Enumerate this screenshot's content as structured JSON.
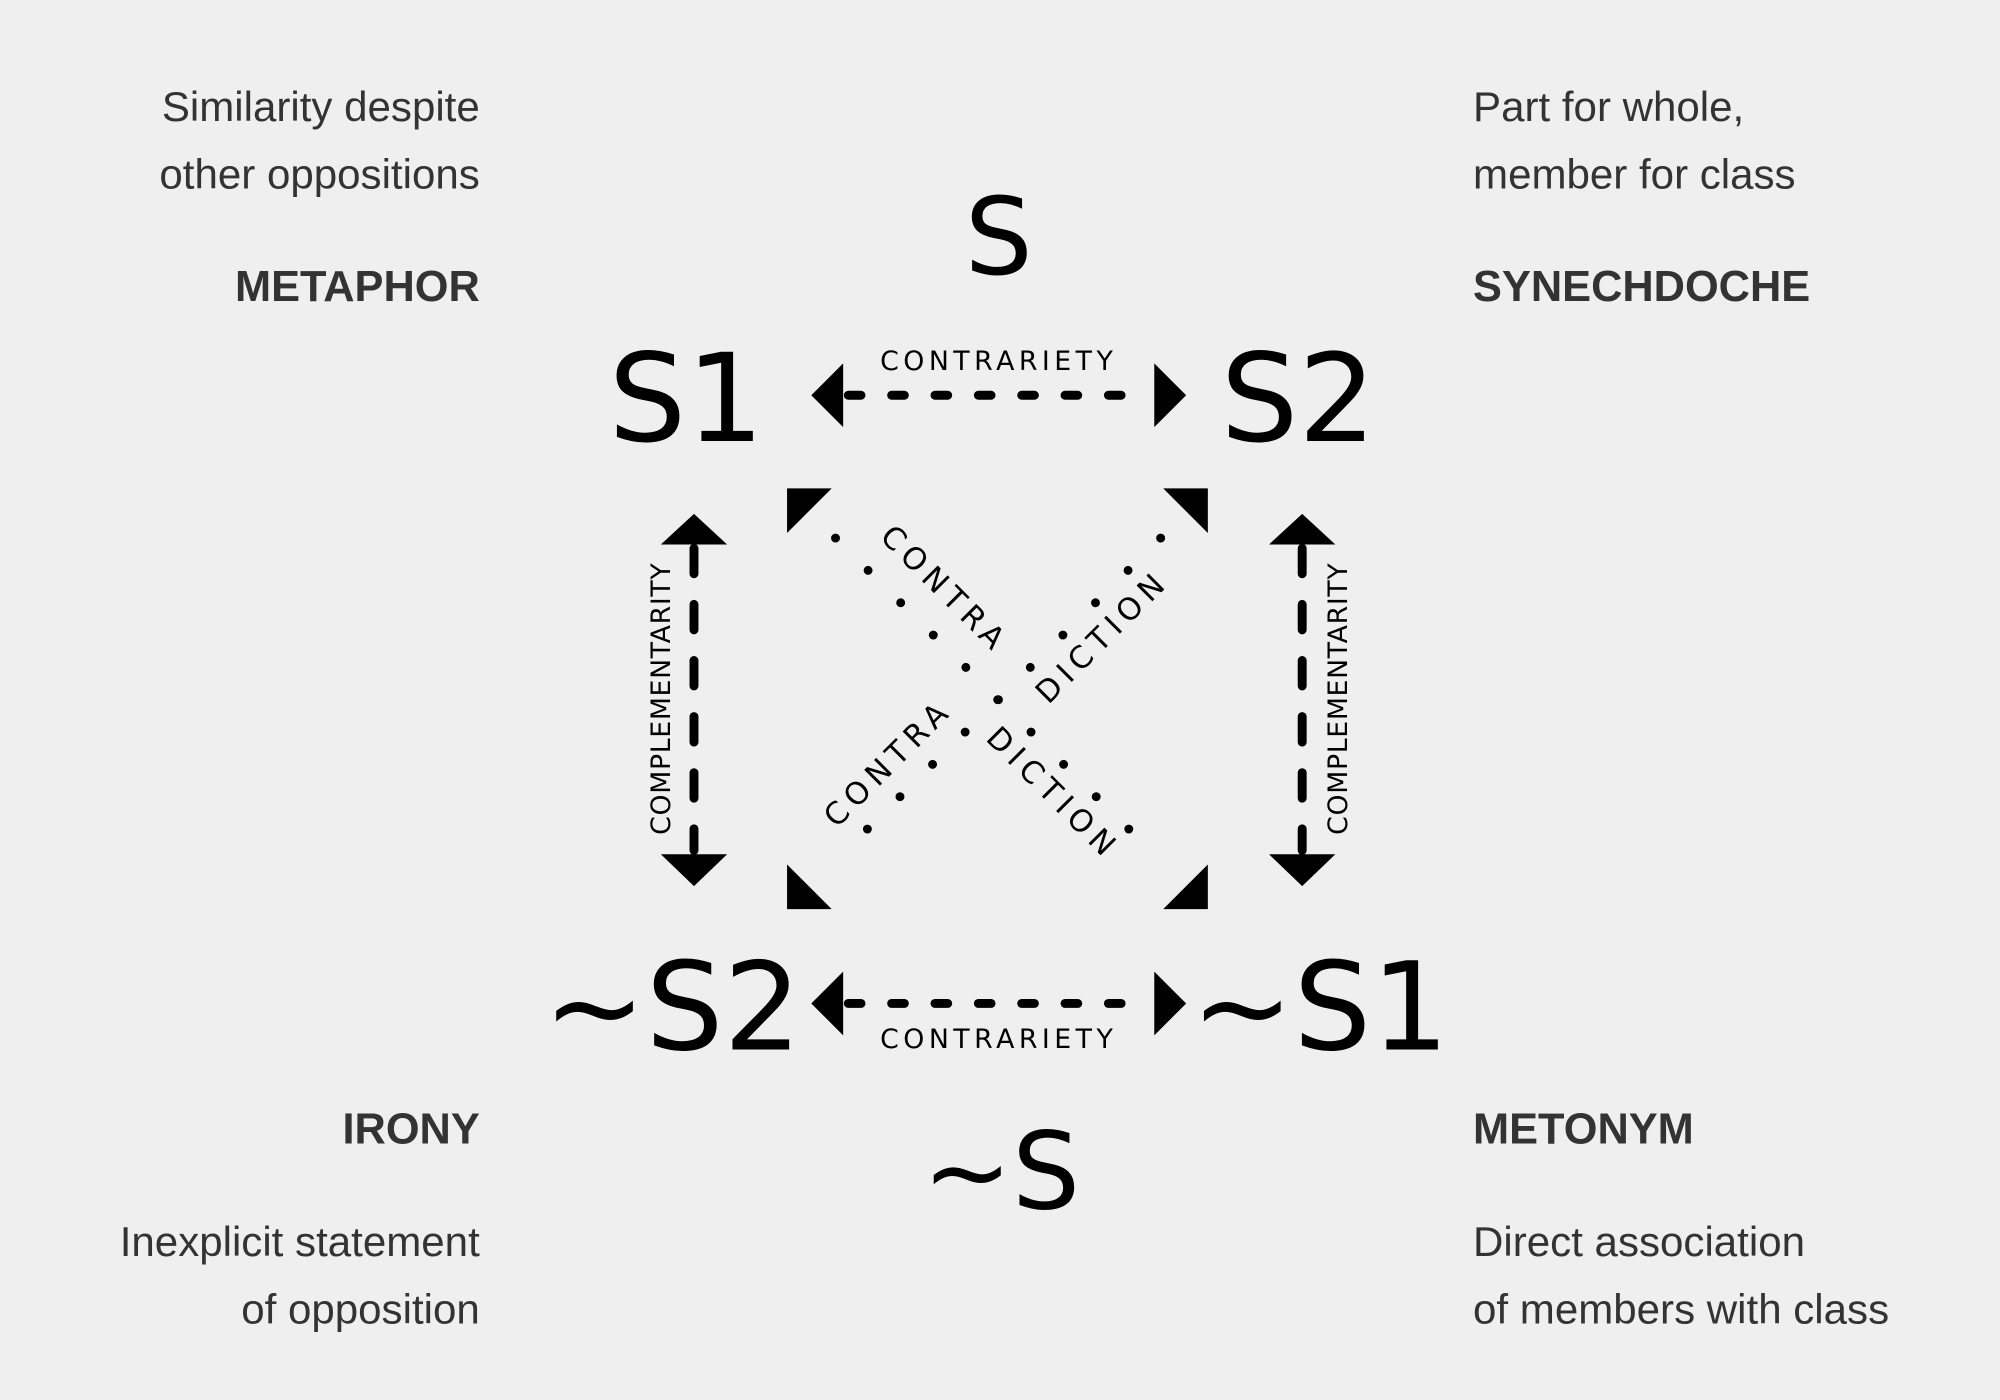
{
  "corners": {
    "top_left": {
      "description": [
        "Similarity despite",
        "other oppositions"
      ],
      "title": "METAPHOR"
    },
    "top_right": {
      "description": [
        "Part for whole,",
        "member for class"
      ],
      "title": "SYNECHDOCHE"
    },
    "bottom_left": {
      "title": "IRONY",
      "description": [
        "Inexplicit statement",
        "of opposition"
      ]
    },
    "bottom_right": {
      "title": "METONYM",
      "description": [
        "Direct association",
        "of members with class"
      ]
    }
  },
  "square": {
    "top": "S",
    "s1": "S1",
    "s2": "S2",
    "not_s2": "~S2",
    "not_s1": "~S1",
    "bottom": "~S",
    "contrariety": "CONTRARIETY",
    "complementarity": "COMPLEMENTARITY",
    "contra": "CONTRA",
    "diction": "DICTION"
  }
}
